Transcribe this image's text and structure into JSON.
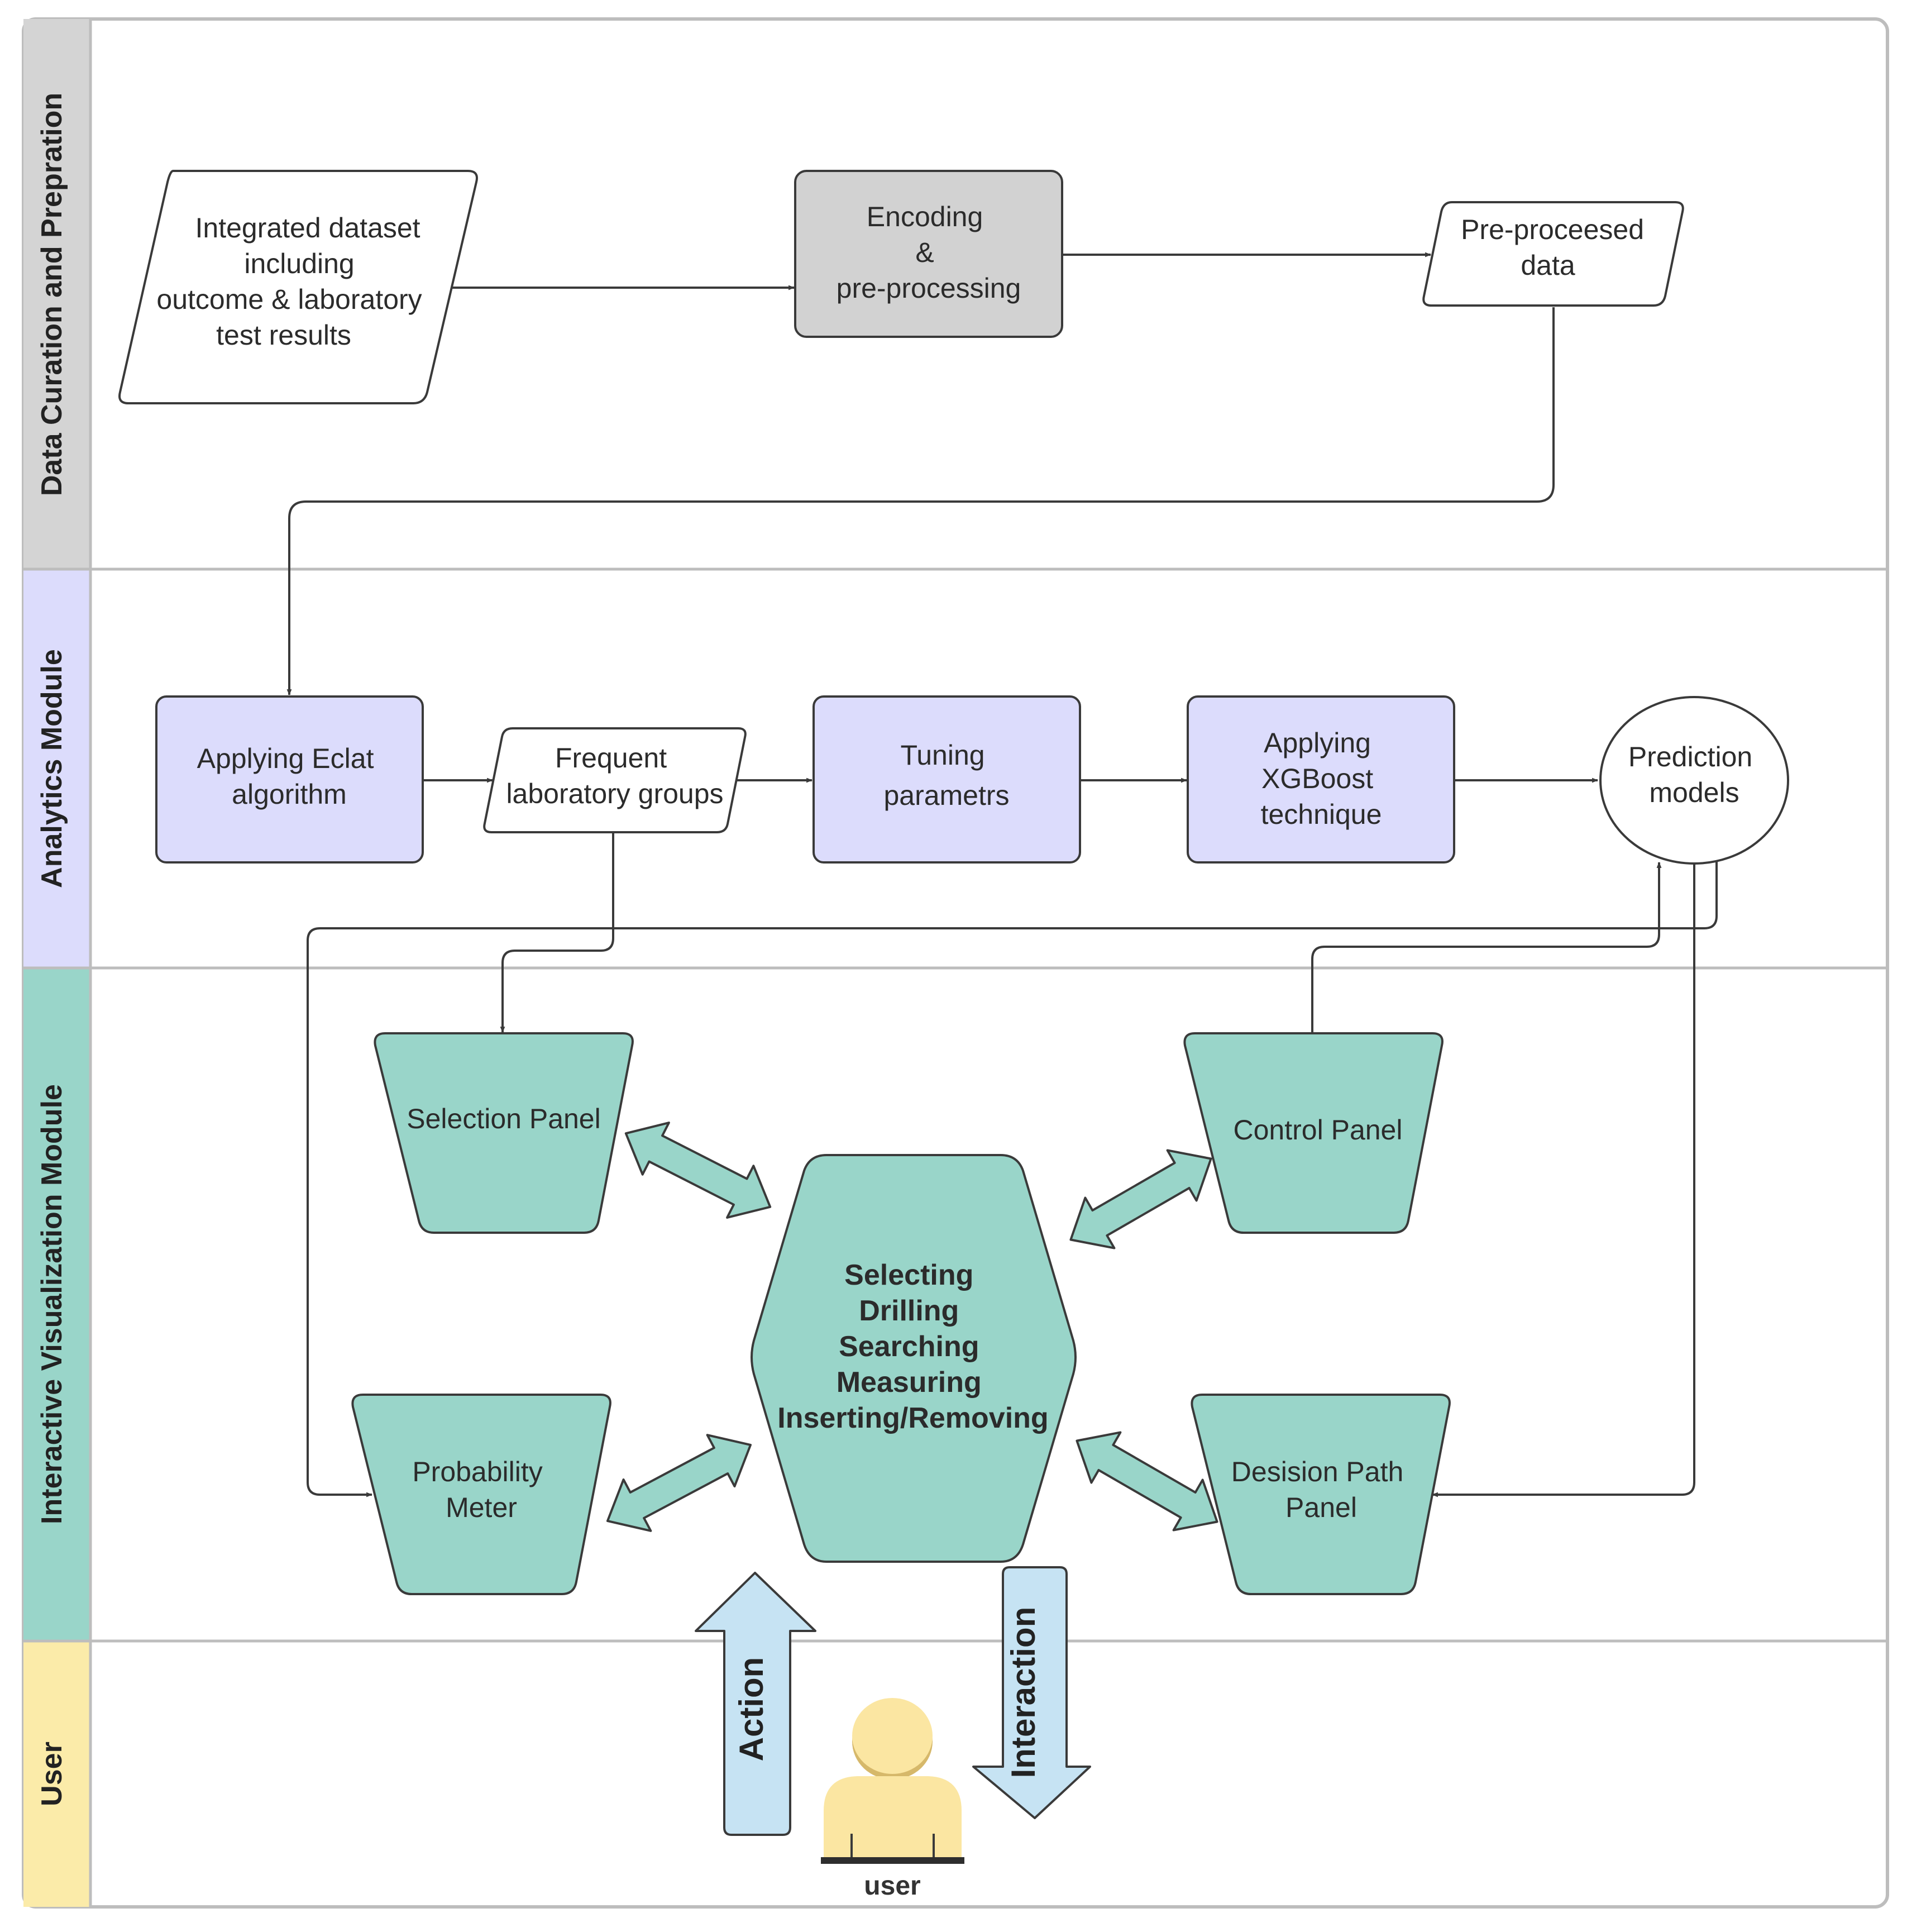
{
  "colors": {
    "lane_data": "#d4d4d4",
    "lane_analytics": "#dcdcfc",
    "lane_visual": "#99d5c9",
    "lane_user": "#fbeba9",
    "process_gray": "#d2d2d2",
    "process_purple": "#dcdcfc",
    "panel_teal": "#99d5c9",
    "blue_arrow": "#c6e3f3",
    "user_figure": "#fbe6a2"
  },
  "lanes": {
    "data_curation": "Data Curation and Prepration",
    "analytics": "Analytics Module",
    "visualization": "Interactive Visualization Module",
    "user": "User"
  },
  "nodes": {
    "integrated_dataset": [
      "Integrated dataset",
      "including",
      "outcome & laboratory",
      "test results"
    ],
    "encoding": [
      "Encoding",
      "&",
      "pre-processing"
    ],
    "preprocessed": [
      "Pre-proceesed",
      "data"
    ],
    "eclat": [
      "Applying Eclat",
      "algorithm"
    ],
    "frequent_groups": [
      "Frequent",
      "laboratory groups"
    ],
    "tuning": [
      "Tuning",
      "parametrs"
    ],
    "xgboost": [
      "Applying",
      "XGBoost",
      "technique"
    ],
    "prediction": [
      "Prediction",
      "models"
    ],
    "selection_panel": [
      "Selection Panel"
    ],
    "control_panel": [
      "Control Panel"
    ],
    "probability_meter": [
      "Probability",
      "Meter"
    ],
    "decision_path": [
      "Desision Path",
      "Panel"
    ],
    "hub": [
      "Selecting",
      "Drilling",
      "Searching",
      "Measuring",
      "Inserting/Removing"
    ]
  },
  "user_arrows": {
    "action": "Action",
    "interaction": "Interaction"
  },
  "user_label": "user",
  "icons": [
    "user-icon"
  ]
}
